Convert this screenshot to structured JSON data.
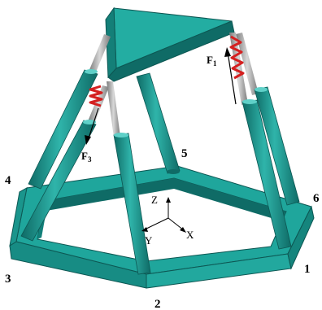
{
  "colors": {
    "teal": "#1b9e96",
    "teal_dark": "#0f6b66",
    "teal_light": "#5fd0c8",
    "gray": "#a9a9a9",
    "spring": "#d42020",
    "text": "#000000"
  },
  "vertex_labels": {
    "v1": "1",
    "v2": "2",
    "v3": "3",
    "v4": "4",
    "v5": "5",
    "v6": "6"
  },
  "forces": {
    "f1": "F",
    "f1_sub": "1",
    "f3": "F",
    "f3_sub": "3"
  },
  "axes": {
    "x": "X",
    "y": "Y",
    "z": "Z"
  },
  "icons": {
    "spring": "spring-icon",
    "force_arrow": "arrow-icon"
  }
}
